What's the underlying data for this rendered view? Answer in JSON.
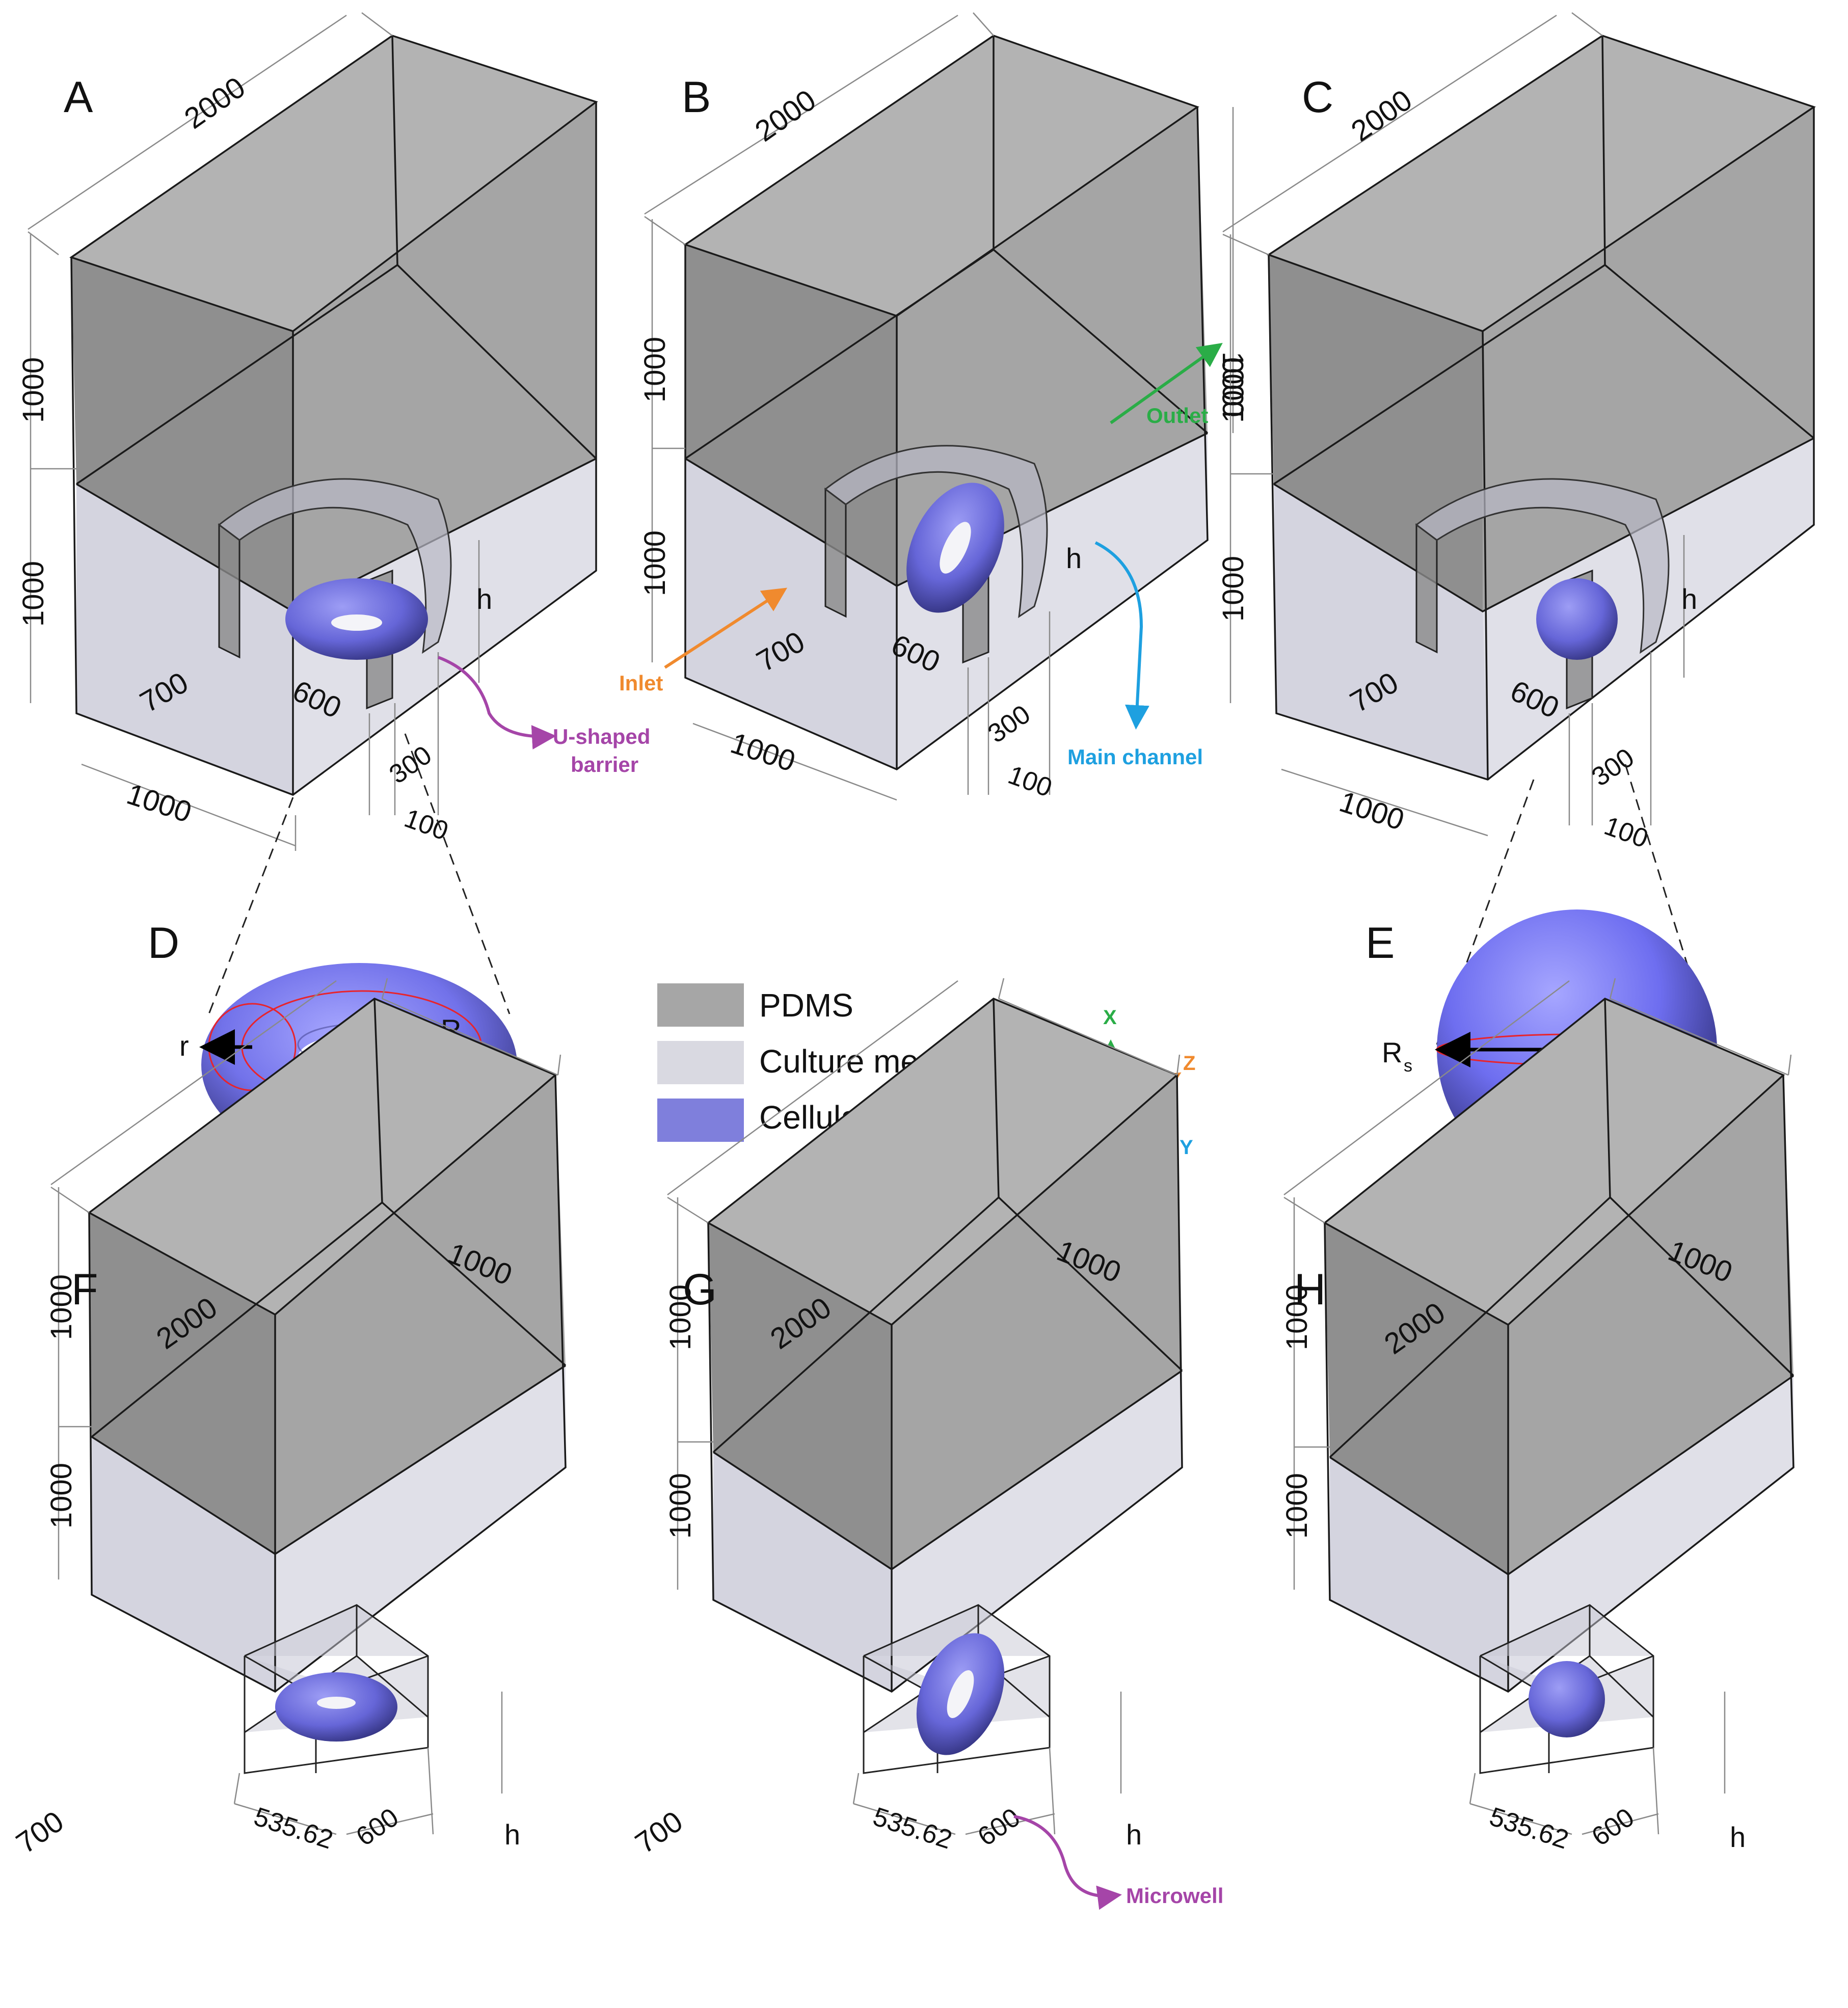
{
  "panels": {
    "A": {
      "label": "A",
      "dims": {
        "length": "2000",
        "depth": "1000",
        "height_top": "1000",
        "height_bottom": "1000",
        "gap": "700",
        "barrier_width": "600",
        "offset": "300",
        "wall": "100",
        "h": "h"
      }
    },
    "B": {
      "label": "B",
      "dims": {
        "length": "2000",
        "depth": "1000",
        "height_top": "1000",
        "height_bottom": "1000",
        "gap": "700",
        "barrier_width": "600",
        "offset": "300",
        "wall": "100",
        "h": "h",
        "right_height": "1000"
      }
    },
    "C": {
      "label": "C",
      "dims": {
        "length": "2000",
        "depth": "1000",
        "height_top": "1000",
        "height_bottom": "1000",
        "gap": "700",
        "barrier_width": "600",
        "offset": "300",
        "wall": "100",
        "h": "h"
      }
    },
    "D": {
      "label": "D",
      "r": "r",
      "R": "R"
    },
    "E": {
      "label": "E",
      "Rs_main": "R",
      "Rs_sub": "s"
    },
    "F": {
      "label": "F",
      "dims": {
        "length": "2000",
        "depth": "1000",
        "height_top": "1000",
        "height_bottom": "1000",
        "gap": "700",
        "well_a": "535.62",
        "well_b": "600",
        "h": "h"
      }
    },
    "G": {
      "label": "G",
      "dims": {
        "length": "2000",
        "depth": "1000",
        "height_top": "1000",
        "height_bottom": "1000",
        "gap": "700",
        "well_a": "535.62",
        "well_b": "600",
        "h": "h"
      }
    },
    "H": {
      "label": "H",
      "dims": {
        "length": "2000",
        "depth": "1000",
        "height_top": "1000",
        "height_bottom": "1000",
        "well_a": "535.62",
        "well_b": "600",
        "h": "h"
      }
    }
  },
  "annotations": {
    "barrier_line1": "U-shaped",
    "barrier_line2": "barrier",
    "inlet": "Inlet",
    "outlet": "Outlet",
    "main_channel": "Main channel",
    "microwell": "Microwell"
  },
  "legend": [
    {
      "label": "PDMS",
      "color": "#a6a6a6"
    },
    {
      "label": "Culture medium",
      "color": "#d9d9e1"
    },
    {
      "label": "Cellular aggregate",
      "color": "#7f7fdc"
    }
  ],
  "axes": {
    "x": "X",
    "y": "Y",
    "z": "Z"
  },
  "colors": {
    "pdms": "#9c9c9c",
    "medium": "#dcdce6",
    "aggregate": "#7c7cf0",
    "barrier_note": "#a545a8",
    "inlet": "#f08a2e",
    "outlet": "#2aad47",
    "main_channel": "#1ea0e0",
    "x_axis": "#2aad47",
    "z_axis": "#f08a2e",
    "y_axis": "#1ea0e0"
  }
}
